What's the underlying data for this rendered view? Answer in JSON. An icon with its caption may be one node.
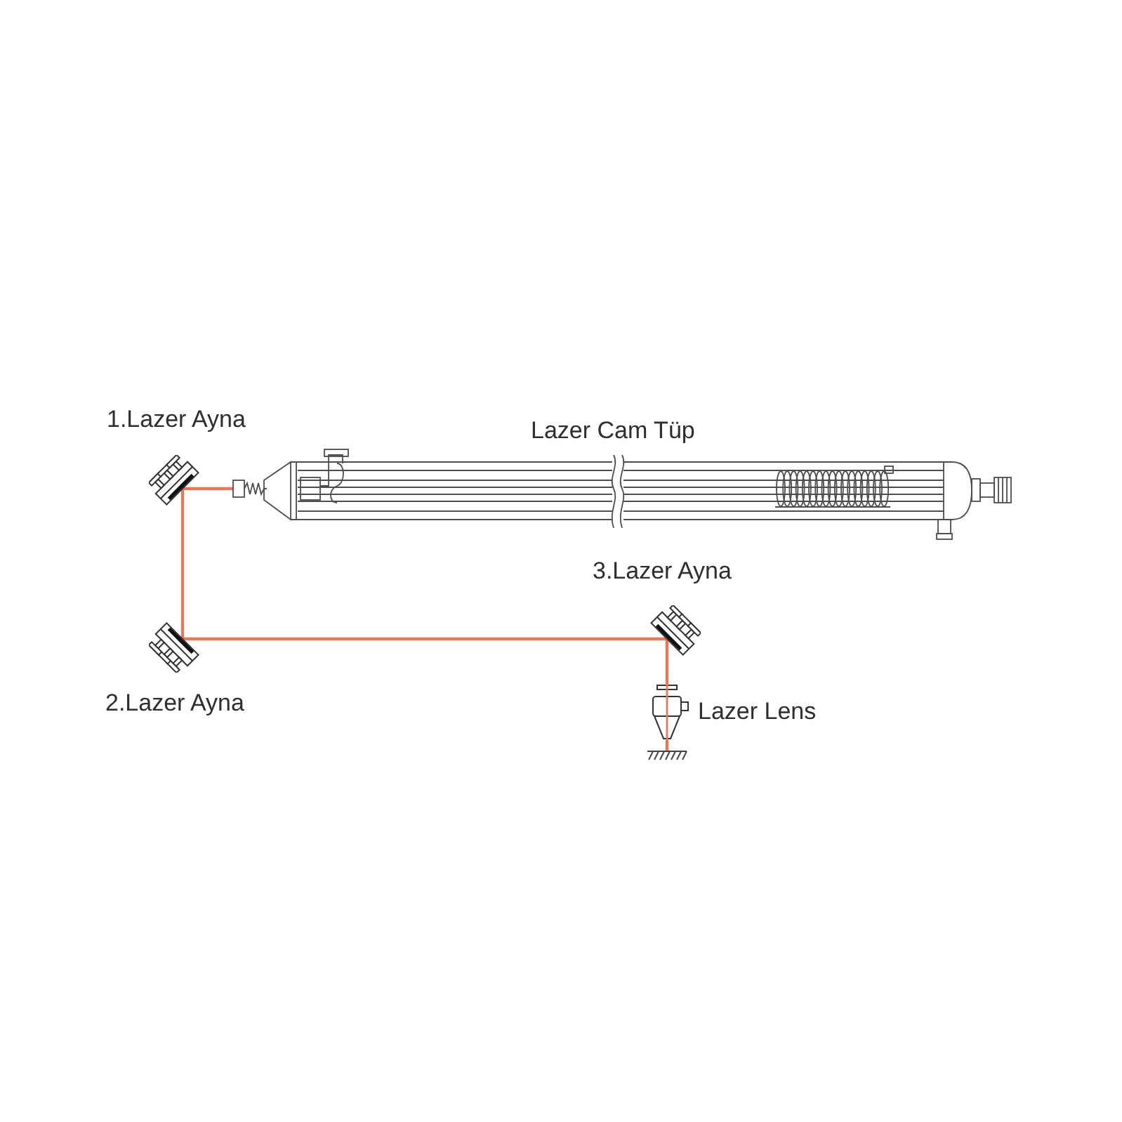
{
  "diagram": {
    "nodes": [
      {
        "text": [],
        "shape": "picture",
        "beside": [
          "Lazer Cam Tüp"
        ]
      },
      {
        "text": [],
        "shape": "picture",
        "beside": [
          "1.Lazer Ayna"
        ]
      },
      {
        "text": [],
        "shape": "picture",
        "beside": [
          "2.Lazer Ayna"
        ]
      },
      {
        "text": [],
        "shape": "picture",
        "beside": [
          "3.Lazer Ayna"
        ]
      },
      {
        "text": [],
        "shape": "picture",
        "beside": [
          "Lazer Lens"
        ]
      },
      {
        "text": [],
        "shape": "picture"
      }
    ],
    "edges": [
      {
        "from": 0,
        "to": 1,
        "arrow": "none"
      },
      {
        "from": 1,
        "to": 2,
        "arrow": "none"
      },
      {
        "from": 2,
        "to": 3,
        "arrow": "none"
      },
      {
        "from": 3,
        "to": 4,
        "arrow": "none"
      },
      {
        "from": 4,
        "to": 5,
        "arrow": "none"
      }
    ]
  }
}
